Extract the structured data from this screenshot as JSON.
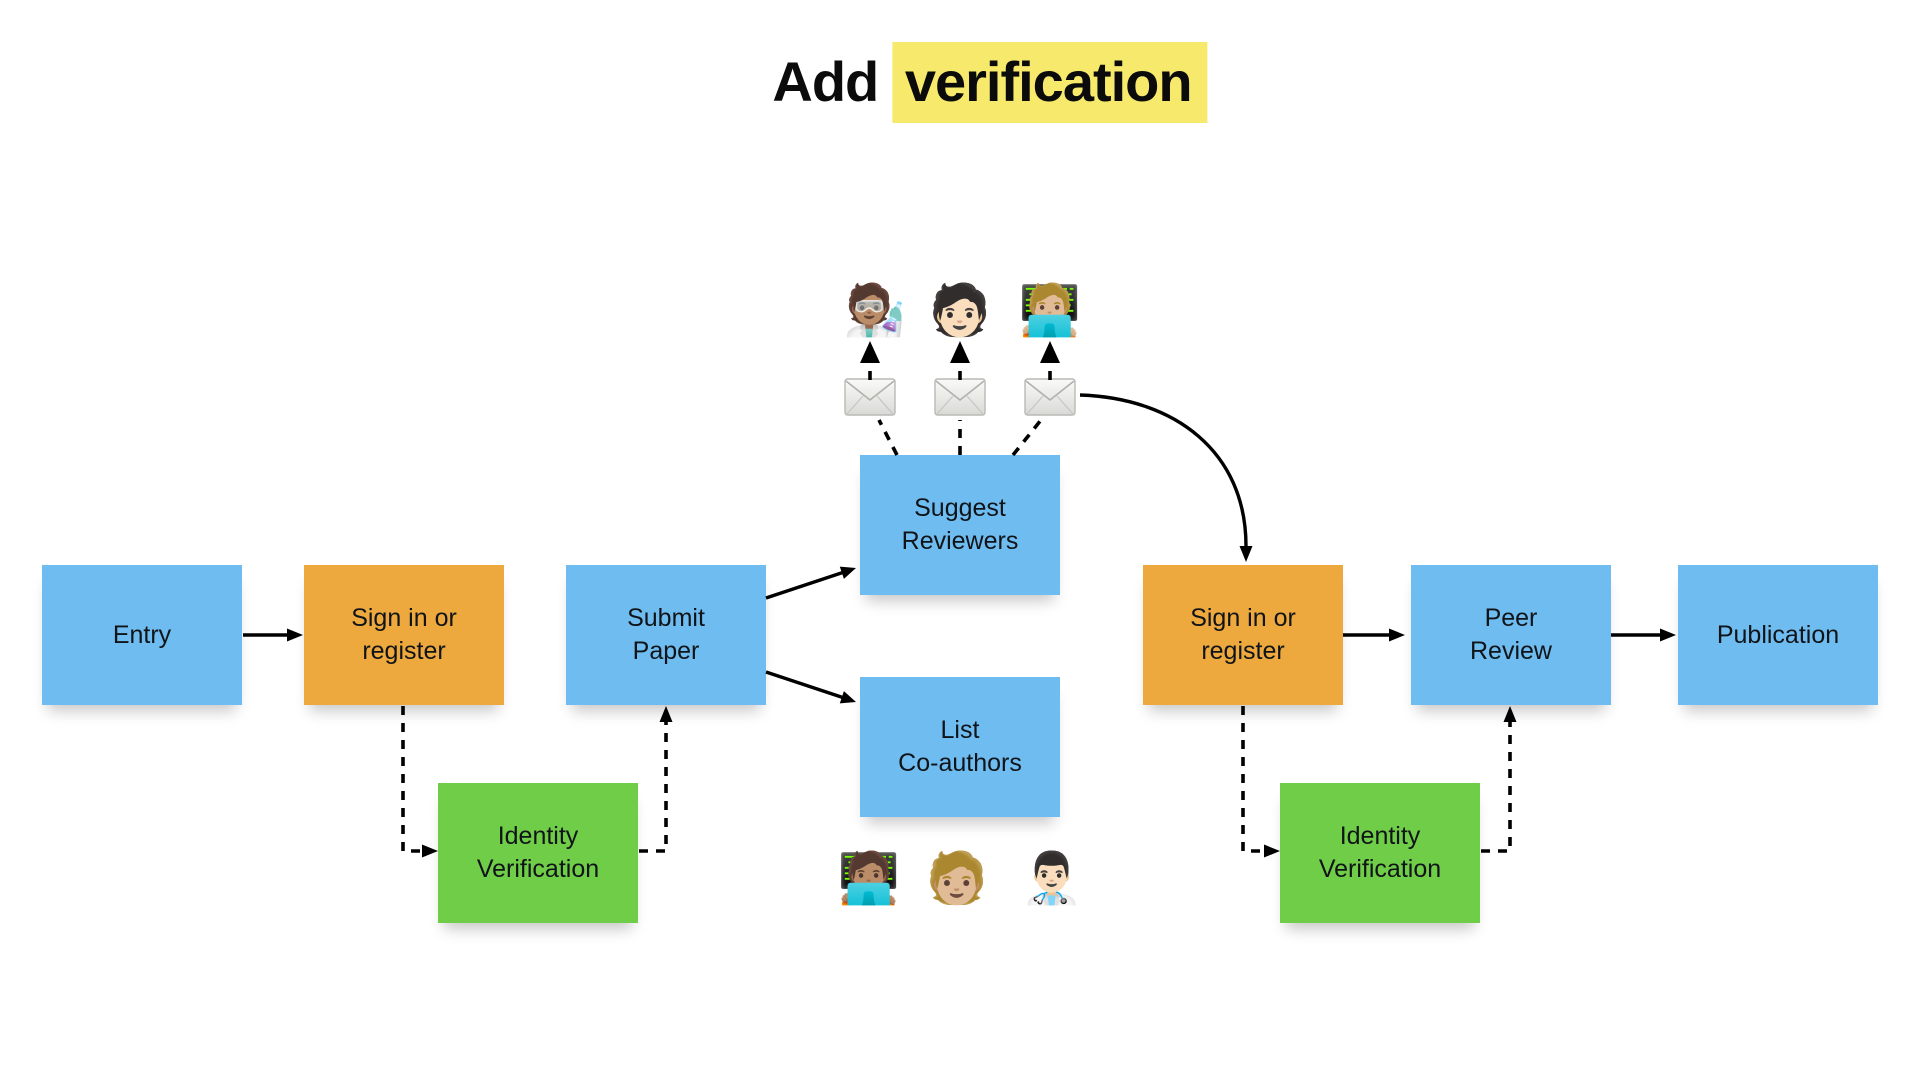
{
  "title": {
    "prefix": "Add",
    "highlight": "verification"
  },
  "colors": {
    "node_blue": "#6FBCF0",
    "node_orange": "#EDA83E",
    "node_green": "#70CD47",
    "highlight_yellow": "#F7E96B",
    "arrow_black": "#000000"
  },
  "nodes": [
    {
      "id": "entry",
      "label": "Entry",
      "color": "blue"
    },
    {
      "id": "signin-left",
      "label": "Sign in or\nregister",
      "color": "orange"
    },
    {
      "id": "submit-paper",
      "label": "Submit\nPaper",
      "color": "blue"
    },
    {
      "id": "suggest-reviewers",
      "label": "Suggest\nReviewers",
      "color": "blue"
    },
    {
      "id": "list-coauthors",
      "label": "List\nCo-authors",
      "color": "blue"
    },
    {
      "id": "signin-right",
      "label": "Sign in or\nregister",
      "color": "orange"
    },
    {
      "id": "peer-review",
      "label": "Peer\nReview",
      "color": "blue"
    },
    {
      "id": "publication",
      "label": "Publication",
      "color": "blue"
    },
    {
      "id": "identity-left",
      "label": "Identity\nVerification",
      "color": "green"
    },
    {
      "id": "identity-right",
      "label": "Identity\nVerification",
      "color": "green"
    }
  ],
  "reviewers_top": [
    {
      "name": "scientist-emoji",
      "char": "🧑🏽‍🔬"
    },
    {
      "name": "person-emoji",
      "char": "🧑🏻"
    },
    {
      "name": "technologist-blond-emoji",
      "char": "🧑🏼‍💻"
    }
  ],
  "envelopes": [
    {
      "name": "envelope-icon"
    },
    {
      "name": "envelope-icon"
    },
    {
      "name": "envelope-icon"
    }
  ],
  "coauthors_bottom": [
    {
      "name": "technologist-emoji",
      "char": "🧑🏽‍💻"
    },
    {
      "name": "person-blond-emoji",
      "char": "🧑🏼"
    },
    {
      "name": "health-worker-emoji",
      "char": "👨🏻‍⚕️"
    }
  ]
}
